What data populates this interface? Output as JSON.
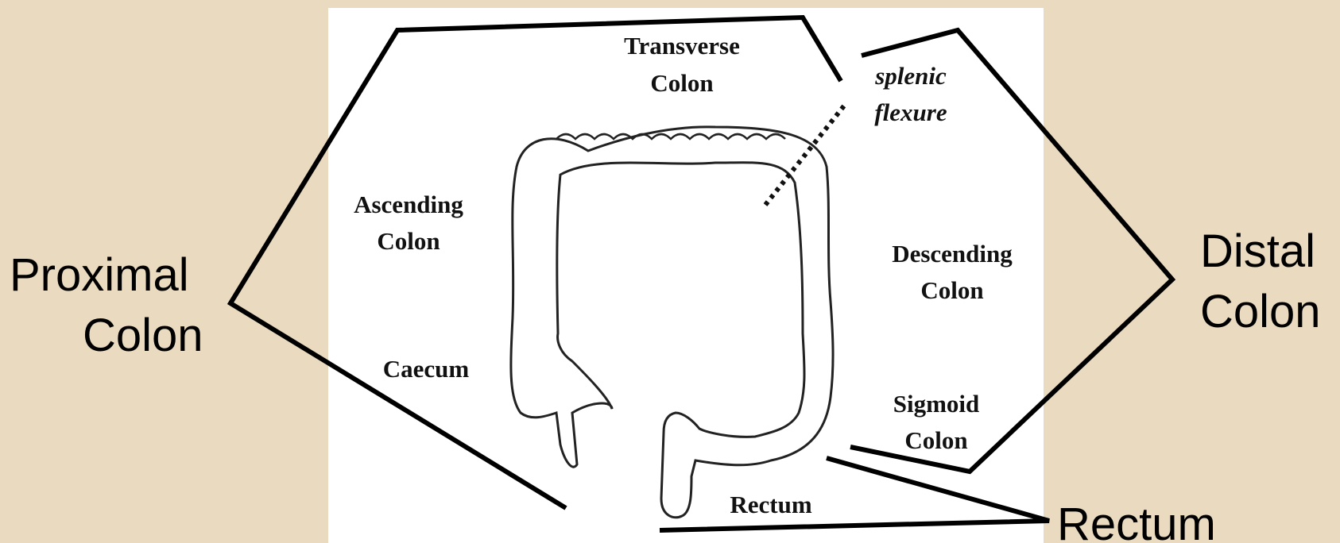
{
  "diagram": {
    "outer_labels": {
      "proximal_line1": "Proximal",
      "proximal_line2": "Colon",
      "distal_line1": "Distal",
      "distal_line2": "Colon",
      "rectum": "Rectum"
    },
    "inner_labels": {
      "transverse_line1": "Transverse",
      "transverse_line2": "Colon",
      "splenic_line1": "splenic",
      "splenic_line2": "flexure",
      "ascending_line1": "Ascending",
      "ascending_line2": "Colon",
      "descending_line1": "Descending",
      "descending_line2": "Colon",
      "caecum": "Caecum",
      "sigmoid_line1": "Sigmoid",
      "sigmoid_line2": "Colon",
      "rectum": "Rectum"
    },
    "colors": {
      "background": "#eadbc0",
      "panel": "#ffffff",
      "lines": "#000000"
    }
  }
}
